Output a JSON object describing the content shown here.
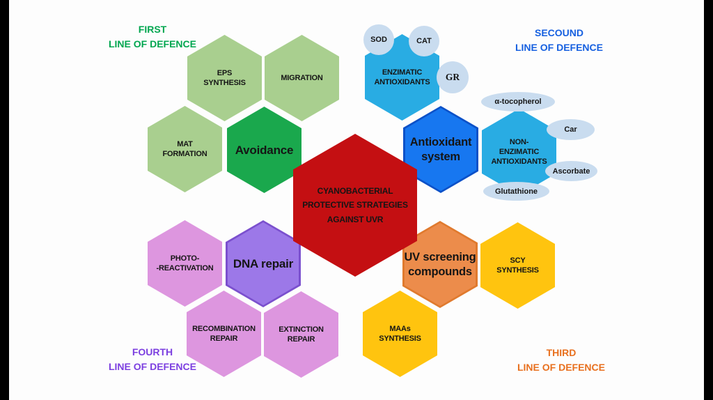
{
  "figure": {
    "center": {
      "label": "CYANOBACTERIAL\nPROTECTIVE STRATEGIES\nAGAINST UVR"
    },
    "defence_lines": [
      {
        "id": "first",
        "label": "FIRST\nLINE OF DEFENCE",
        "color": "#00A64F"
      },
      {
        "id": "second",
        "label": "SECOUND\nLINE OF DEFENCE",
        "color": "#1660E0"
      },
      {
        "id": "third",
        "label": "THIRD\nLINE OF DEFENCE",
        "color": "#E8701E"
      },
      {
        "id": "fourth",
        "label": "FOURTH\nLINE OF DEFENCE",
        "color": "#7C3FE0"
      }
    ],
    "hexagons": [
      {
        "id": "eps",
        "label": "EPS\nSYNTHESIS"
      },
      {
        "id": "migration",
        "label": "MIGRATION"
      },
      {
        "id": "mat",
        "label": "MAT\nFORMATION"
      },
      {
        "id": "avoidance",
        "label": "Avoidance"
      },
      {
        "id": "enzimatic",
        "label": "ENZIMATIC\nANTIOXIDANTS"
      },
      {
        "id": "antioxidant",
        "label": "Antioxidant\nsystem"
      },
      {
        "id": "non_enzimatic",
        "label": "NON-\nENZIMATIC\nANTIOXIDANTS"
      },
      {
        "id": "photo",
        "label": "PHOTO-\n-REACTIVATION"
      },
      {
        "id": "dna",
        "label": "DNA repair"
      },
      {
        "id": "recombination",
        "label": "RECOMBINATION\nREPAIR"
      },
      {
        "id": "extinction",
        "label": "EXTINCTION\nREPAIR"
      },
      {
        "id": "uv",
        "label": "UV screening\ncompounds"
      },
      {
        "id": "scy",
        "label": "SCY\nSYNTHESIS"
      },
      {
        "id": "maas",
        "label": "MAAs\nSYNTHESIS"
      }
    ],
    "satellites": [
      {
        "id": "sod",
        "label": "SOD"
      },
      {
        "id": "cat",
        "label": "CAT"
      },
      {
        "id": "gr",
        "label": "GR"
      },
      {
        "id": "tocopherol",
        "label": "α-tocopherol"
      },
      {
        "id": "car",
        "label": "Car"
      },
      {
        "id": "ascorbate",
        "label": "Ascorbate"
      },
      {
        "id": "glutathione",
        "label": "Glutathione"
      }
    ],
    "colors": {
      "light_green": "#A9CF8F",
      "avoidance_green": "#1AA84D",
      "light_blue": "#29ACE3",
      "antioxidant_blue": "#1777F0",
      "antioxidant_border": "#0C51C8",
      "pale_blue": "#C9DCEF",
      "central_red": "#C40F12",
      "orchid": "#DD96DF",
      "dna_purple": "#9C78E8",
      "dna_border": "#7B50CE",
      "uv_orange": "#EC8C4B",
      "uv_border": "#E07A2E",
      "yellow": "#FFC40F"
    }
  }
}
